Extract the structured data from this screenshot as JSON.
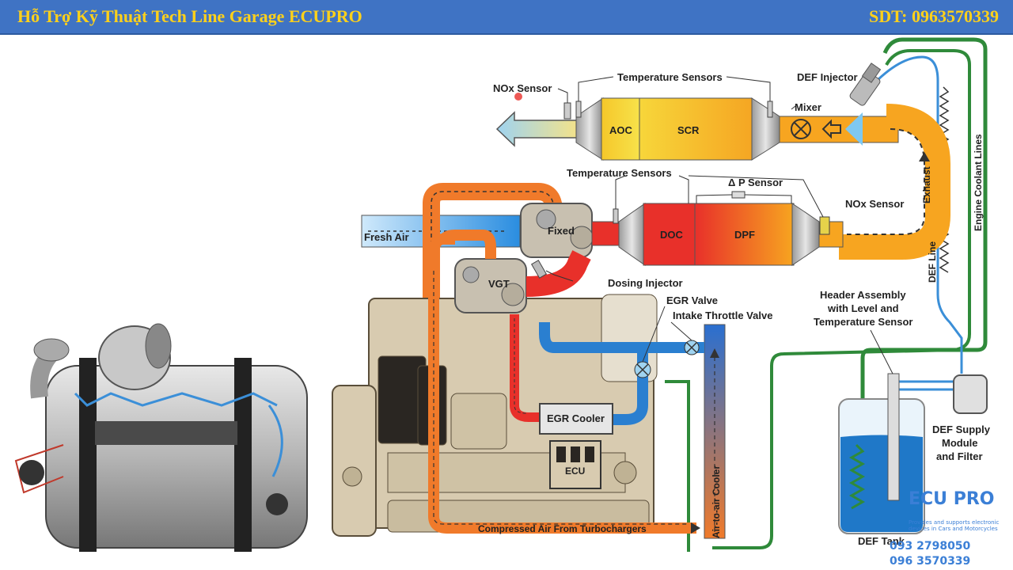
{
  "header": {
    "title": "Hỗ Trợ Kỹ Thuật Tech Line Garage ECUPRO",
    "phone": "SDT: 0963570339"
  },
  "labels": {
    "nox_sensor_top": "NOx Sensor",
    "temperature_sensors_top": "Temperature Sensors",
    "def_injector": "DEF Injector",
    "mixer": "Mixer",
    "aoc": "AOC",
    "scr": "SCR",
    "temperature_sensors_mid": "Temperature Sensors",
    "delta_p_sensor": "Δ P Sensor",
    "nox_sensor_mid": "NOx Sensor",
    "fresh_air": "Fresh Air",
    "fixed": "Fixed",
    "doc": "DOC",
    "dpf": "DPF",
    "exhaust": "Exhaust",
    "def_line": "DEF Line",
    "engine_coolant_lines": "Engine Coolant Lines",
    "vgt": "VGT",
    "dosing_injector": "Dosing Injector",
    "egr_valve": "EGR Valve",
    "intake_throttle_valve": "Intake Throttle Valve",
    "header_assembly_1": "Header Assembly",
    "header_assembly_2": "with Level and",
    "header_assembly_3": "Temperature Sensor",
    "egr_cooler": "EGR Cooler",
    "ecu": "ECU",
    "air_to_air_cooler": "Air-to-air Cooler",
    "compressed_air": "Compressed Air From Turbochargers",
    "def_supply_1": "DEF Supply",
    "def_supply_2": "Module",
    "def_supply_3": "and Filter",
    "def_tank": "DEF Tank"
  },
  "watermark": {
    "brand": "ECU PRO",
    "tagline": "Provides and supports electronic devices in Cars and Motorcycles",
    "phone1": "093 2798050",
    "phone2": "096 3570339"
  },
  "colors": {
    "header_bg": "#3f73c4",
    "header_text": "#ffd11a",
    "exhaust_orange": "#f7a520",
    "hot_red": "#e8302a",
    "cool_blue": "#2a7fd0",
    "coolant_green": "#2f8a3a",
    "engine_beige": "#d8cbb0"
  }
}
